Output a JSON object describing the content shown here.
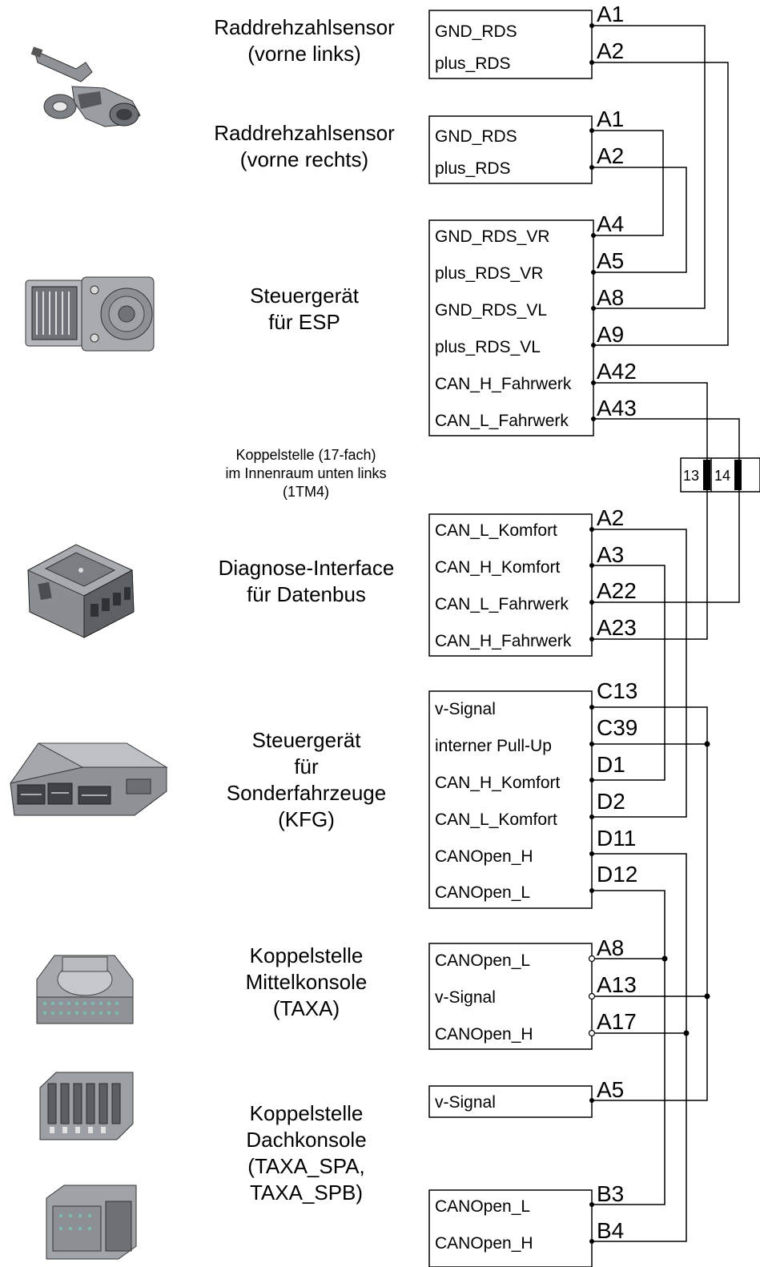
{
  "components": [
    {
      "id": "rds_vl",
      "lines": [
        "Raddrehzahlsensor",
        "(vorne links)"
      ],
      "photo": "wheel-speed-sensor-photo",
      "signals": [
        {
          "name": "GND_RDS",
          "pin": "A1"
        },
        {
          "name": "plus_RDS",
          "pin": "A2"
        }
      ]
    },
    {
      "id": "rds_vr",
      "lines": [
        "Raddrehzahlsensor",
        "(vorne rechts)"
      ],
      "signals": [
        {
          "name": "GND_RDS",
          "pin": "A1"
        },
        {
          "name": "plus_RDS",
          "pin": "A2"
        }
      ]
    },
    {
      "id": "esp",
      "lines": [
        "Steuergerät",
        "für ESP"
      ],
      "photo": "esp-control-unit-photo",
      "signals": [
        {
          "name": "GND_RDS_VR",
          "pin": "A4"
        },
        {
          "name": "plus_RDS_VR",
          "pin": "A5"
        },
        {
          "name": "GND_RDS_VL",
          "pin": "A8"
        },
        {
          "name": "plus_RDS_VL",
          "pin": "A9"
        },
        {
          "name": "CAN_H_Fahrwerk",
          "pin": "A42"
        },
        {
          "name": "CAN_L_Fahrwerk",
          "pin": "A43"
        }
      ]
    },
    {
      "id": "diag",
      "lines": [
        "Diagnose-Interface",
        "für Datenbus"
      ],
      "photo": "diagnostic-interface-photo",
      "signals": [
        {
          "name": "CAN_L_Komfort",
          "pin": "A2"
        },
        {
          "name": "CAN_H_Komfort",
          "pin": "A3"
        },
        {
          "name": "CAN_L_Fahrwerk",
          "pin": "A22"
        },
        {
          "name": "CAN_H_Fahrwerk",
          "pin": "A23"
        }
      ]
    },
    {
      "id": "kfg",
      "lines": [
        "Steuergerät",
        "für",
        "Sonderfahrzeuge",
        "(KFG)"
      ],
      "photo": "kfg-control-unit-photo",
      "signals": [
        {
          "name": "v-Signal",
          "pin": "C13"
        },
        {
          "name": "interner Pull-Up",
          "pin": "C39"
        },
        {
          "name": "CAN_H_Komfort",
          "pin": "D1"
        },
        {
          "name": "CAN_L_Komfort",
          "pin": "D2"
        },
        {
          "name": "CANOpen_H",
          "pin": "D11"
        },
        {
          "name": "CANOpen_L",
          "pin": "D12"
        }
      ]
    },
    {
      "id": "taxa",
      "lines": [
        "Koppelstelle",
        "Mittelkonsole",
        "(TAXA)"
      ],
      "photo": "center-console-connector-photo",
      "signals": [
        {
          "name": "CANOpen_L",
          "pin": "A8"
        },
        {
          "name": "v-Signal",
          "pin": "A13"
        },
        {
          "name": "CANOpen_H",
          "pin": "A17"
        }
      ]
    },
    {
      "id": "taxa_spa",
      "lines": [
        "Koppelstelle",
        "Dachkonsole",
        "(TAXA_SPA,",
        "TAXA_SPB)"
      ],
      "photo": "roof-console-connector-photo",
      "signals": [
        {
          "name": "v-Signal",
          "pin": "A5"
        }
      ]
    },
    {
      "id": "taxa_spb",
      "photo": "roof-console-connector-b-photo",
      "signals": [
        {
          "name": "CANOpen_L",
          "pin": "B3"
        },
        {
          "name": "CANOpen_H",
          "pin": "B4"
        }
      ]
    }
  ],
  "koppelstelle": {
    "lines": [
      "Koppelstelle (17-fach)",
      "im Innenraum unten links",
      "(1TM4)"
    ],
    "pins": [
      "13",
      "14"
    ]
  },
  "colors": {
    "line": "#000000",
    "photo_body": "#9a9ea3",
    "photo_dark": "#4a4d52",
    "photo_teal": "#7fb8b0"
  }
}
